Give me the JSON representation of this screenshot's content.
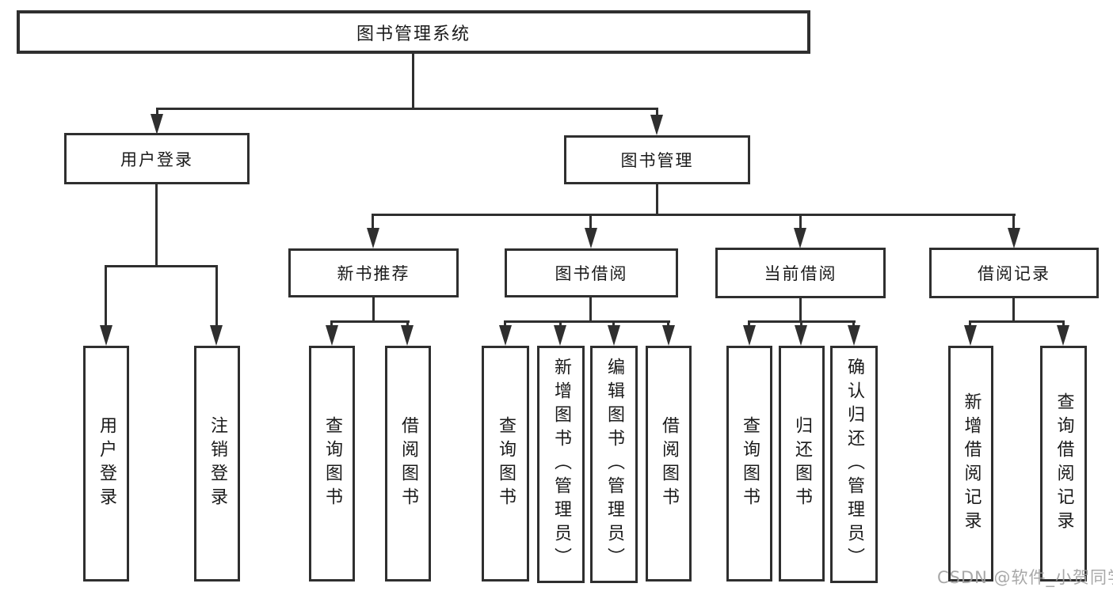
{
  "page": {
    "background": "#ffffff"
  },
  "colors": {
    "line": "#2f2f2f",
    "box_border": "#2f2f2f",
    "text": "#1a1a1a",
    "watermark": "#9e9e9e"
  },
  "watermark": {
    "text": "CSDN @软件_小贺同学"
  },
  "diagram": {
    "root": {
      "label": "图书管理系统"
    },
    "level2": {
      "user_login": {
        "label": "用户登录"
      },
      "book_mgmt": {
        "label": "图书管理"
      }
    },
    "level3": {
      "new_books": {
        "label": "新书推荐"
      },
      "book_borrow": {
        "label": "图书借阅"
      },
      "current_borrow": {
        "label": "当前借阅"
      },
      "borrow_records": {
        "label": "借阅记录"
      }
    },
    "leaves": {
      "user_login": [
        "用户登录",
        "注销登录"
      ],
      "new_books": [
        "查询图书",
        "借阅图书"
      ],
      "book_borrow": [
        "查询图书",
        "新增图书（管理员）",
        "编辑图书（管理员）",
        "借阅图书"
      ],
      "current_borrow": [
        "查询图书",
        "归还图书",
        "确认归还（管理员）"
      ],
      "borrow_records": [
        "新增借阅记录",
        "查询借阅记录"
      ]
    }
  }
}
